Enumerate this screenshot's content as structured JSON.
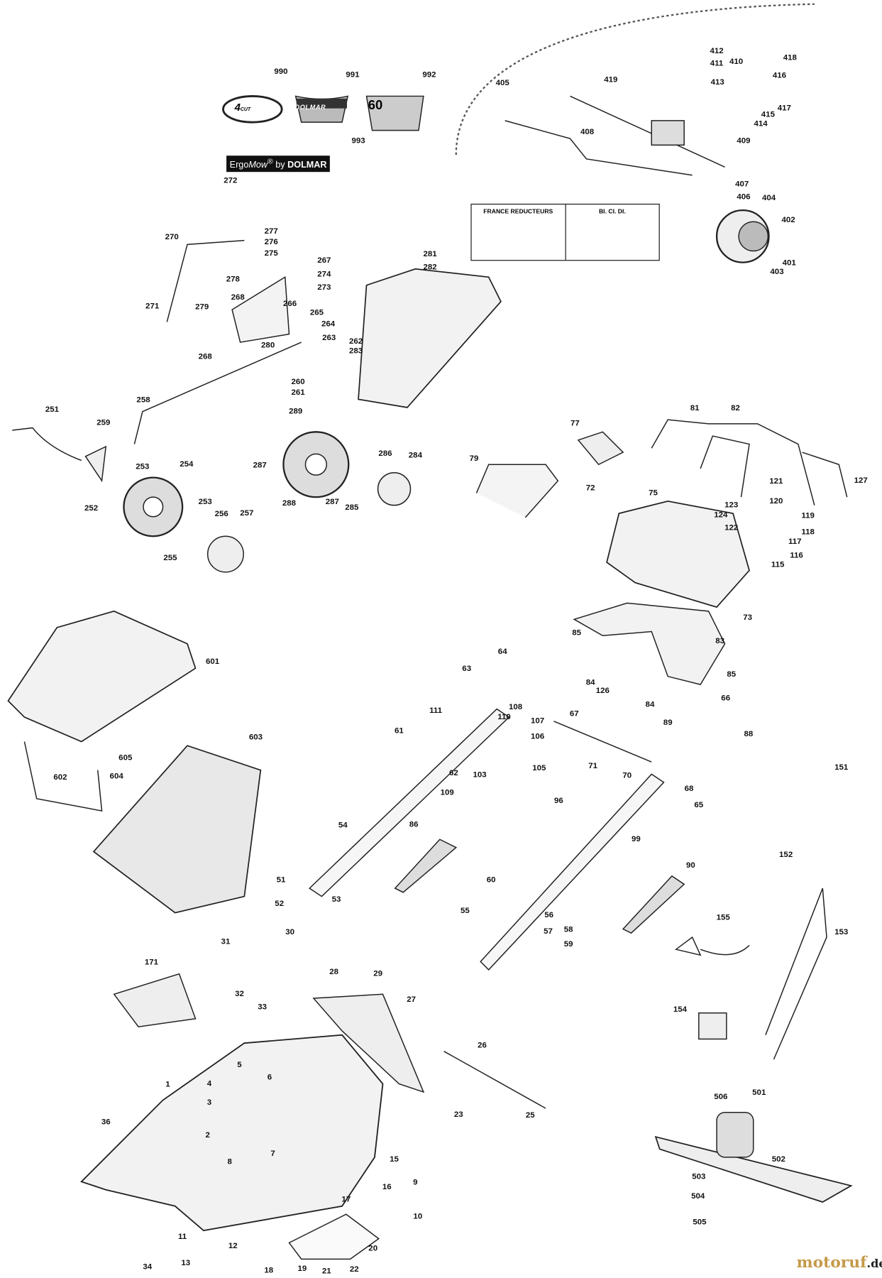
{
  "diagram": {
    "inset_titles": [
      "FRANCE REDUCTEURS",
      "BI. CI. DI."
    ],
    "decals": {
      "ergomow_prefix": "Ergo",
      "ergomow_italic": "Mow",
      "ergomow_reg": "®",
      "ergomow_by": " by ",
      "ergomow_brand": "DOLMAR",
      "decal_4cut_big": "4",
      "decal_4cut_small": "CUT",
      "decal_dolmar": "DOLMAR",
      "decal_60": "60"
    },
    "watermark": {
      "name": "motoruf",
      "tld": ".de"
    },
    "part_labels": [
      "990",
      "991",
      "992",
      "993",
      "412",
      "411",
      "410",
      "413",
      "419",
      "405",
      "418",
      "416",
      "417",
      "415",
      "414",
      "409",
      "408",
      "407",
      "406",
      "404",
      "402",
      "401",
      "403",
      "272",
      "270",
      "277",
      "276",
      "275",
      "267",
      "274",
      "273",
      "278",
      "268",
      "279",
      "266",
      "265",
      "264",
      "271",
      "263",
      "262",
      "283",
      "280",
      "268",
      "260",
      "261",
      "281",
      "282",
      "251",
      "259",
      "258",
      "253",
      "254",
      "252",
      "253",
      "256",
      "257",
      "255",
      "289",
      "287",
      "286",
      "284",
      "288",
      "287",
      "285",
      "77",
      "81",
      "82",
      "79",
      "127",
      "121",
      "72",
      "75",
      "123",
      "120",
      "119",
      "124",
      "118",
      "122",
      "117",
      "116",
      "115",
      "73",
      "601",
      "85",
      "83",
      "64",
      "63",
      "85",
      "84",
      "126",
      "84",
      "66",
      "89",
      "88",
      "111",
      "110",
      "108",
      "107",
      "106",
      "105",
      "67",
      "61",
      "62",
      "103",
      "109",
      "71",
      "70",
      "151",
      "605",
      "604",
      "602",
      "603",
      "68",
      "65",
      "96",
      "99",
      "54",
      "86",
      "90",
      "152",
      "51",
      "52",
      "53",
      "60",
      "55",
      "56",
      "57",
      "58",
      "59",
      "153",
      "155",
      "31",
      "30",
      "171",
      "28",
      "29",
      "32",
      "33",
      "27",
      "154",
      "26",
      "506",
      "501",
      "5",
      "4",
      "6",
      "1",
      "3",
      "36",
      "2",
      "7",
      "8",
      "25",
      "23",
      "15",
      "16",
      "9",
      "17",
      "10",
      "502",
      "503",
      "504",
      "505",
      "11",
      "12",
      "13",
      "34",
      "20",
      "18",
      "19",
      "21",
      "22"
    ]
  }
}
